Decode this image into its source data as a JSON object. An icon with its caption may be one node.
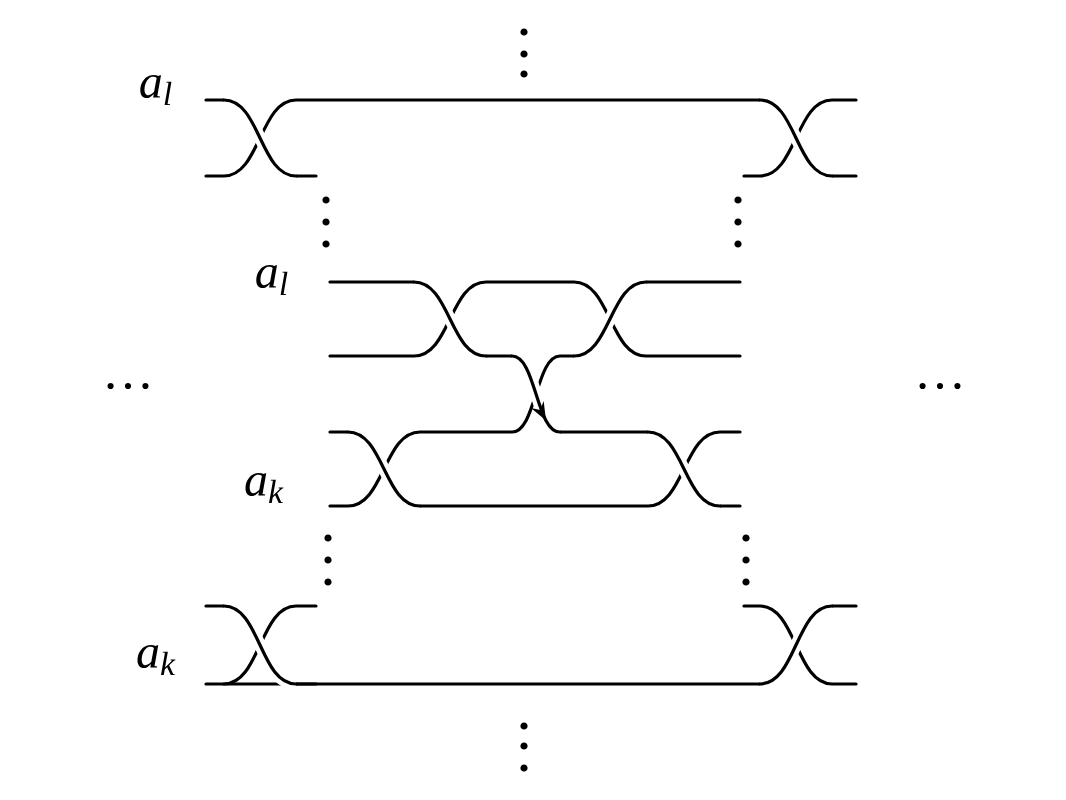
{
  "diagram": {
    "labels": [
      "a$_{l}$",
      "a$_{l}$",
      "…",
      "…",
      "a$_{k}$",
      "a$_{k}$"
    ]
  }
}
